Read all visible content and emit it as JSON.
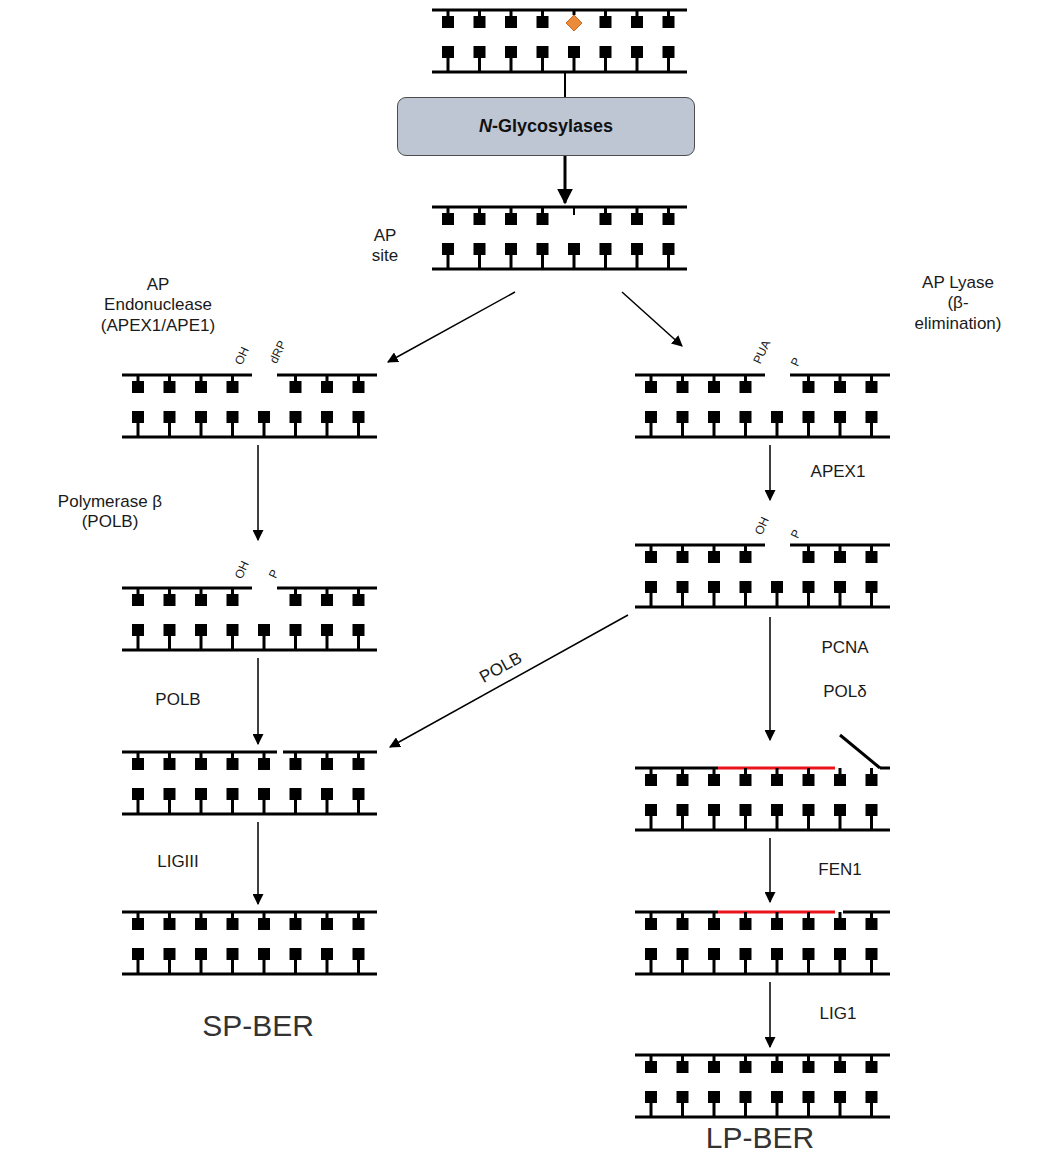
{
  "diagram": {
    "nodes": [
      {
        "text": [
          "N-Glycosylases"
        ]
      }
    ],
    "labels": [
      "AP site",
      "AP Endonuclease (APEX1/APE1)",
      "AP Lyase (β-elimination)",
      "OH",
      "dRP",
      "PUA",
      "P",
      "Polymerase β (POLB)",
      "APEX1",
      "OH",
      "P",
      "PCNA",
      "POLδ",
      "POLB",
      "OH",
      "P",
      "POLB",
      "LIGIII",
      "FEN1",
      "LIG1",
      "SP-BER",
      "LP-BER"
    ]
  }
}
